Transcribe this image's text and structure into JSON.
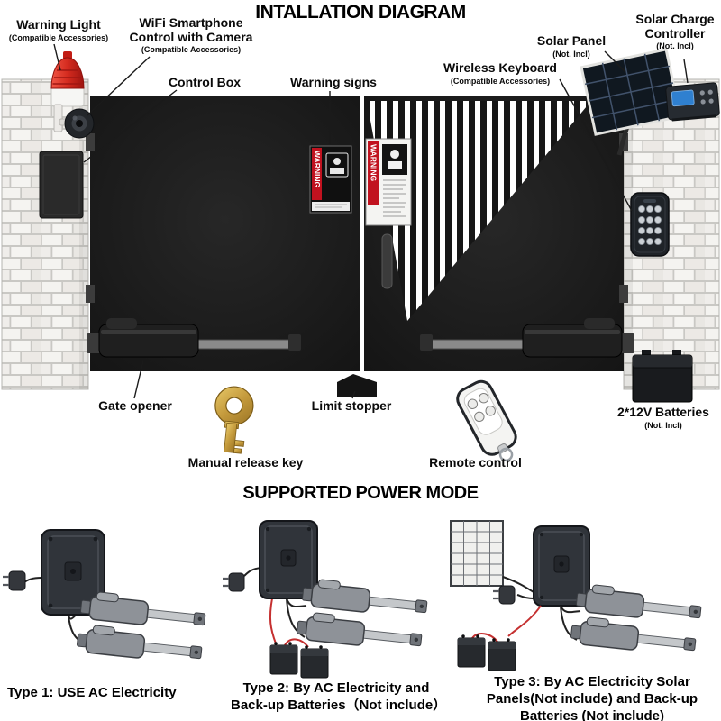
{
  "title": "INTALLATION DIAGRAM",
  "installation": {
    "warning_light": {
      "label": "Warning Light",
      "sub": "(Compatible Accessories)"
    },
    "wifi_control": {
      "label": "WiFi Smartphone Control with Camera",
      "sub": "(Compatible Accessories)"
    },
    "control_box": {
      "label": "Control Box"
    },
    "warning_signs": {
      "label": "Warning signs"
    },
    "solar_panel": {
      "label": "Solar Panel",
      "sub": "(Not. Incl)"
    },
    "solar_charge_controller": {
      "label": "Solar Charge Controller",
      "sub": "(Not. Incl)"
    },
    "wireless_keyboard": {
      "label": "Wireless Keyboard",
      "sub": "(Compatible Accessories)"
    },
    "gate_opener": {
      "label": "Gate opener"
    },
    "limit_stopper": {
      "label": "Limit stopper"
    },
    "manual_release_key": {
      "label": "Manual release key"
    },
    "remote_control": {
      "label": "Remote control"
    },
    "batteries": {
      "label": "2*12V Batteries",
      "sub": "(Not. Incl)"
    },
    "warning_sign_text": "WARNING"
  },
  "power_modes": {
    "title": "SUPPORTED POWER MODE",
    "types": [
      {
        "caption": "Type 1: USE AC Electricity"
      },
      {
        "caption": "Type 2: By AC Electricity and Back-up Batteries（Not include）"
      },
      {
        "caption": "Type 3: By AC Electricity Solar Panels(Not include) and Back-up Batteries (Not include)"
      }
    ]
  },
  "colors": {
    "warning_red": "#c1121f",
    "screen_blue": "#2f80d0",
    "key_gold": "#c49a3c"
  }
}
